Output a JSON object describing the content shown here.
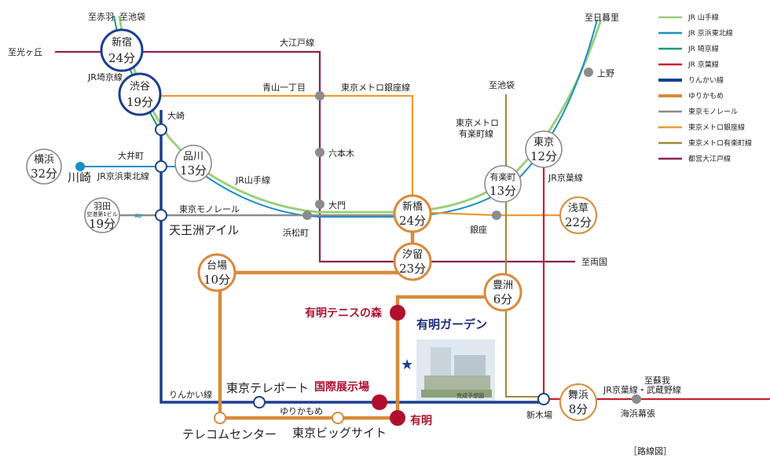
{
  "colors": {
    "yamanote": "#9ccf7c",
    "keihin": "#1a8fc8",
    "saikyo": "#1e9a6e",
    "keiyo": "#c8202f",
    "rinkai": "#1b3f8f",
    "yurikamome": "#d98a3c",
    "monorail": "#8c8c8c",
    "ginza": "#ee9b2e",
    "yurakucho": "#a0893a",
    "oedo": "#8a2059",
    "hub_outer": "#1b3f8f",
    "hub_orange": "#d98a3c",
    "hub_gray": "#888888",
    "station_red": "#b0102e"
  },
  "legend": [
    {
      "label": "JR 山手線",
      "color": "#9ccf7c"
    },
    {
      "label": "JR 京浜東北線",
      "color": "#1a8fc8"
    },
    {
      "label": "JR 埼京線",
      "color": "#1e9a6e"
    },
    {
      "label": "JR 京葉線",
      "color": "#c8202f"
    },
    {
      "label": "りんかい線",
      "color": "#1b3f8f"
    },
    {
      "label": "ゆりかもめ",
      "color": "#d98a3c"
    },
    {
      "label": "東京モノレール",
      "color": "#8c8c8c"
    },
    {
      "label": "東京メトロ銀座線",
      "color": "#ee9b2e"
    },
    {
      "label": "東京メトロ有楽町線",
      "color": "#a0893a"
    },
    {
      "label": "都営大江戸線",
      "color": "#8a2059"
    }
  ],
  "hubs": {
    "shinjuku": {
      "name": "新宿",
      "time": "24分"
    },
    "shibuya": {
      "name": "渋谷",
      "time": "19分"
    },
    "shinagawa": {
      "name": "品川",
      "time": "13分"
    },
    "yokohama": {
      "name": "横浜",
      "time": "32分"
    },
    "haneda": {
      "name": "羽田",
      "sub": "空港第1ビル",
      "time": "19分"
    },
    "shinbashi": {
      "name": "新橋",
      "time": "24分"
    },
    "shiodome": {
      "name": "汐留",
      "time": "23分"
    },
    "yurakucho": {
      "name": "有楽町",
      "time": "13分"
    },
    "tokyo": {
      "name": "東京",
      "time": "12分"
    },
    "asakusa": {
      "name": "浅草",
      "time": "22分"
    },
    "daiba": {
      "name": "台場",
      "time": "10分"
    },
    "toyosu": {
      "name": "豊洲",
      "time": "6分"
    },
    "maihama": {
      "name": "舞浜",
      "time": "8分"
    }
  },
  "labels": {
    "to_akabane": "至赤羽",
    "to_ikebukuro1": "至池袋",
    "to_hikarigaoka": "至光ヶ丘",
    "saikyo_line": "JR埼京線",
    "oedo_line": "大江戸線",
    "aoyama": "青山一丁目",
    "ginza_line": "東京メトロ銀座線",
    "to_ikebukuro2": "至池袋",
    "metro_yurakucho1": "東京メトロ",
    "metro_yurakucho2": "有楽町線",
    "to_nippori": "至日暮里",
    "ueno": "上野",
    "osaki": "大崎",
    "oimachi": "大井町",
    "keihin_line": "JR京浜東北線",
    "kawasaki": "川崎",
    "yamanote_line": "JR山手線",
    "roppongi": "六本木",
    "daimon": "大門",
    "keiyo_line": "JR京葉線",
    "monorail_line": "東京モノレール",
    "tennozu": "天王洲アイル",
    "hamamatsucho": "浜松町",
    "ginza": "銀座",
    "to_ryogoku": "至両国",
    "ariake_tennis": "有明テニスの森",
    "ariake_garden": "有明ガーデン",
    "rinkai_line": "りんかい線",
    "tokyo_teleport": "東京テレポート",
    "kokusai": "国際展示場",
    "yurikamome_line": "ゆりかもめ",
    "telecom": "テレコムセンター",
    "big_sight": "東京ビッグサイト",
    "ariake": "有明",
    "shinkiba": "新木場",
    "to_soga": "至蘇我",
    "keiyo_musashino": "JR京葉線・武蔵野線",
    "kaihin_makuhari": "海浜幕張",
    "caption": "［路線図］",
    "photo_caption": "完成予想図"
  }
}
